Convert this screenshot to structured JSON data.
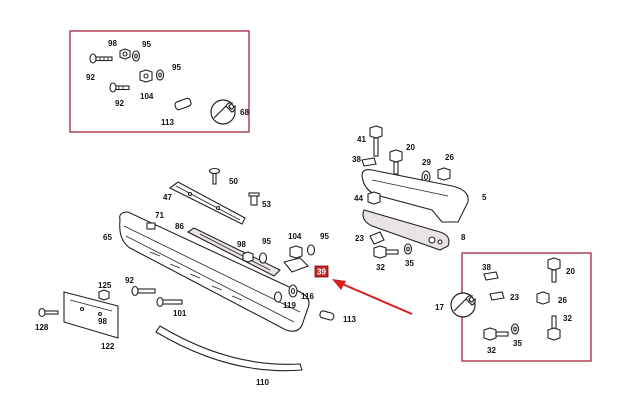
{
  "diagram": {
    "labels": [
      {
        "id": "98a",
        "text": "98"
      },
      {
        "id": "95a",
        "text": "95"
      },
      {
        "id": "92a",
        "text": "92"
      },
      {
        "id": "95b",
        "text": "95"
      },
      {
        "id": "92b",
        "text": "92"
      },
      {
        "id": "104a",
        "text": "104"
      },
      {
        "id": "113a",
        "text": "113"
      },
      {
        "id": "68",
        "text": "68"
      },
      {
        "id": "50",
        "text": "50"
      },
      {
        "id": "47",
        "text": "47"
      },
      {
        "id": "53",
        "text": "53"
      },
      {
        "id": "71",
        "text": "71"
      },
      {
        "id": "65",
        "text": "65"
      },
      {
        "id": "86",
        "text": "86"
      },
      {
        "id": "98b",
        "text": "98"
      },
      {
        "id": "95c",
        "text": "95"
      },
      {
        "id": "104b",
        "text": "104"
      },
      {
        "id": "95d",
        "text": "95"
      },
      {
        "id": "92c",
        "text": "92"
      },
      {
        "id": "125",
        "text": "125"
      },
      {
        "id": "98c",
        "text": "98"
      },
      {
        "id": "101",
        "text": "101"
      },
      {
        "id": "119",
        "text": "119"
      },
      {
        "id": "116",
        "text": "116"
      },
      {
        "id": "113b",
        "text": "113"
      },
      {
        "id": "128",
        "text": "128"
      },
      {
        "id": "122",
        "text": "122"
      },
      {
        "id": "110",
        "text": "110"
      },
      {
        "id": "41",
        "text": "41"
      },
      {
        "id": "20a",
        "text": "20"
      },
      {
        "id": "38a",
        "text": "38"
      },
      {
        "id": "29",
        "text": "29"
      },
      {
        "id": "26a",
        "text": "26"
      },
      {
        "id": "5",
        "text": "5"
      },
      {
        "id": "44",
        "text": "44"
      },
      {
        "id": "23a",
        "text": "23"
      },
      {
        "id": "8",
        "text": "8"
      },
      {
        "id": "32a",
        "text": "32"
      },
      {
        "id": "35a",
        "text": "35"
      },
      {
        "id": "38b",
        "text": "38"
      },
      {
        "id": "20b",
        "text": "20"
      },
      {
        "id": "17",
        "text": "17"
      },
      {
        "id": "23b",
        "text": "23"
      },
      {
        "id": "26b",
        "text": "26"
      },
      {
        "id": "32b",
        "text": "32"
      },
      {
        "id": "32c",
        "text": "32"
      },
      {
        "id": "35b",
        "text": "35"
      }
    ],
    "highlight_label": "39",
    "colors": {
      "box": "#a0263c",
      "arrow": "#d81c1c",
      "highlight_fill": "#c62828",
      "highlight_text": "#ffffff"
    },
    "icons": [
      "wrench-icon",
      "wrench-icon"
    ]
  }
}
